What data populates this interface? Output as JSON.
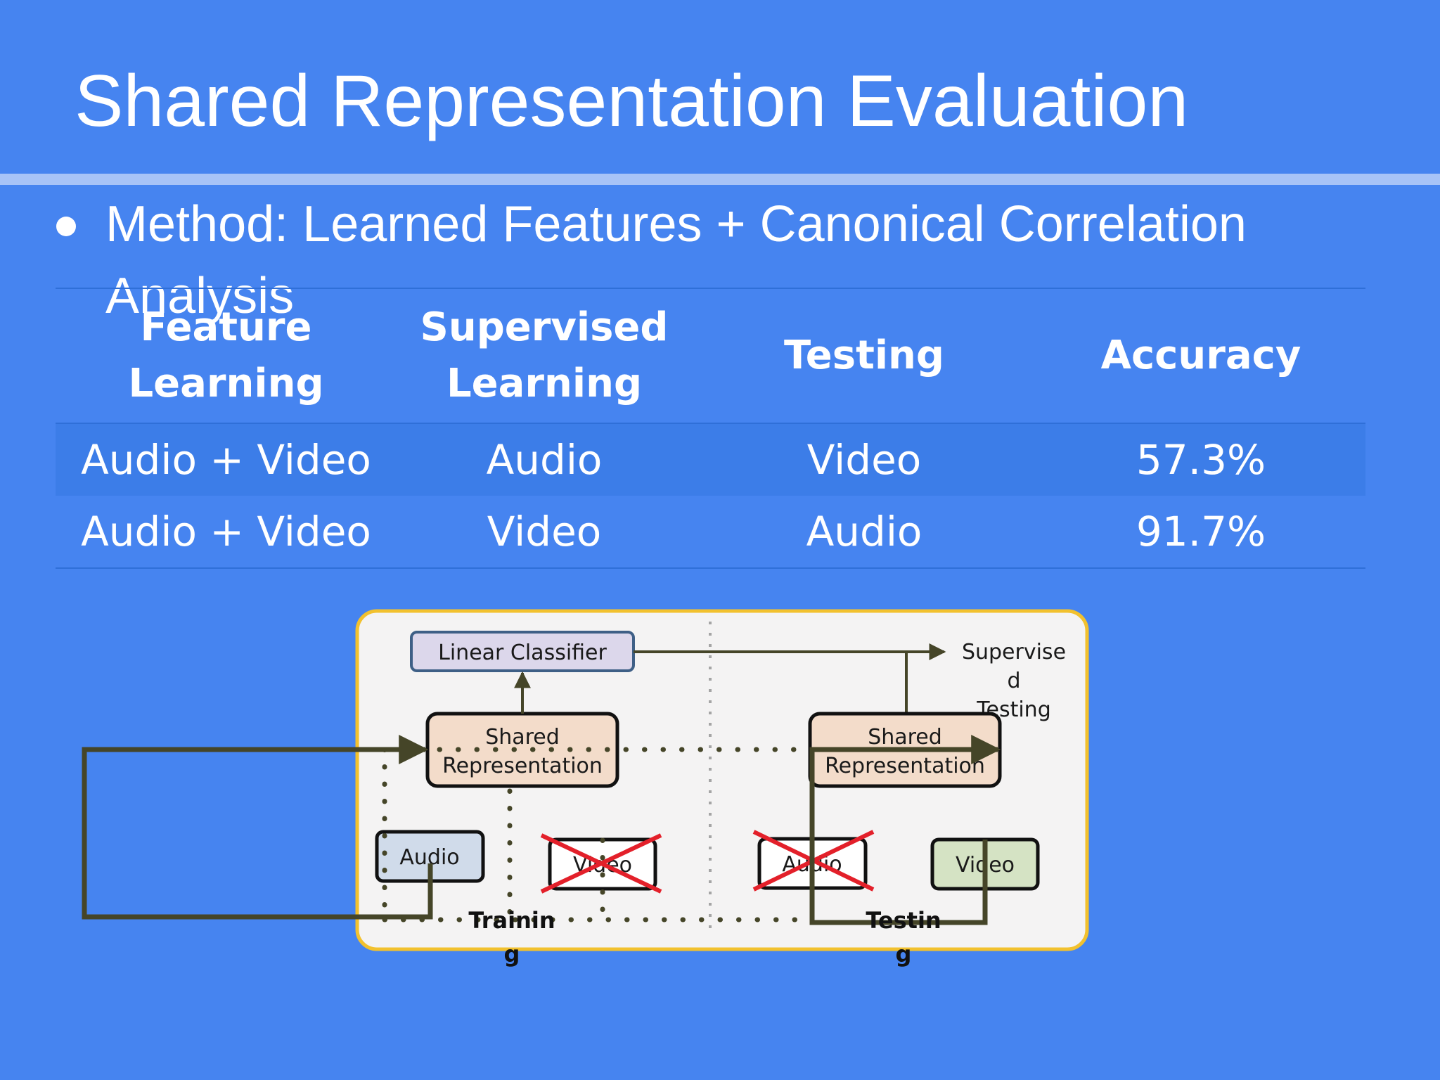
{
  "slide": {
    "title": "Shared Representation Evaluation",
    "bullet": "Method: Learned Features + Canonical Correlation Analysis"
  },
  "table": {
    "headers": {
      "feature_learning": "Feature Learning",
      "supervised_line1": "Supervised",
      "supervised_line2": "Learning",
      "testing": "Testing",
      "accuracy": "Accuracy"
    },
    "rows": [
      {
        "feature_learning": "Audio + Video",
        "supervised": "Audio",
        "testing": "Video",
        "accuracy": "57.3%"
      },
      {
        "feature_learning": "Audio + Video",
        "supervised": "Video",
        "testing": "Audio",
        "accuracy": "91.7%"
      }
    ]
  },
  "diagram": {
    "linear_classifier": "Linear Classifier",
    "shared_line1": "Shared",
    "shared_line2": "Representation",
    "audio": "Audio",
    "video": "Video",
    "supervised_testing_line1": "Supervise",
    "supervised_testing_line2": "d",
    "supervised_testing_line3": "Testing",
    "training_line1": "Trainin",
    "training_line2": "g",
    "testing_line1": "Testin",
    "testing_line2": "g"
  },
  "colors": {
    "background": "#4684f0",
    "title_rule": "#a7c3f7",
    "diagram_border": "#f2c12e",
    "diagram_fill": "#f4f3f3",
    "classifier_fill": "#dcd7eb",
    "classifier_border": "#3e5f86",
    "shared_fill": "#f3dcca",
    "audio_fill": "#d0dbea",
    "video_fill": "#d5e3c4",
    "cross": "#e3202a",
    "connector": "#454528"
  }
}
